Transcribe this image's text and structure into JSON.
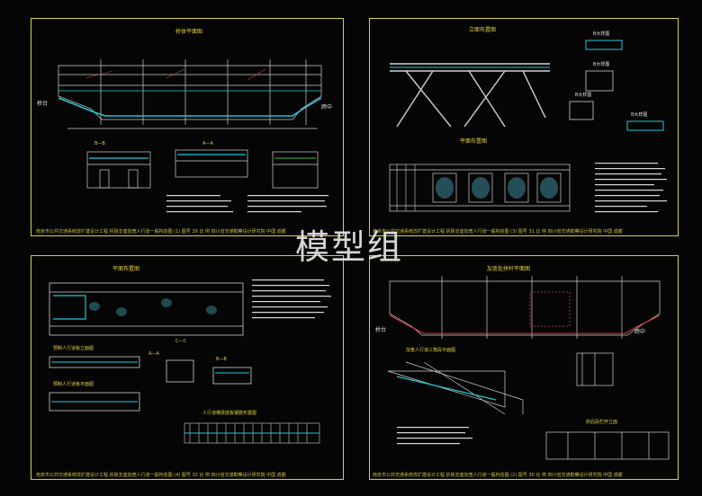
{
  "watermark": "模型组",
  "colors": {
    "frame": "#d8d040",
    "line": "#d0d0d0",
    "cyan": "#22c8d8",
    "red": "#d84040",
    "green": "#30c030",
    "yellow": "#e0d040",
    "magenta": "#c040c0"
  },
  "sheets": [
    {
      "id": "s1",
      "titles": [
        "桥体平面图",
        "B—B",
        "A—A",
        "桥台",
        "跨中"
      ],
      "title_block": "南京市公共交通系统改扩建设计工程   拆除支座加宽人行道一般构造图 (1)   图号 29   比 例   四川省交通勘察设计研究院   中国 成都"
    },
    {
      "id": "s2",
      "titles": [
        "立面布置图",
        "平面布置图",
        "B大样图",
        "B大样图",
        "B大样图",
        "B大样图"
      ],
      "title_block": "南京市公共交通系统改扩建设计工程   拆除支座加宽人行道一般构造图 (3)   图号 31   比 例   四川省交通勘察设计研究院   中国 成都"
    },
    {
      "id": "s3",
      "titles": [
        "平面布置图",
        "预制人行道板立面图",
        "预制人行道板平面图",
        "人行道横梁底板钢筋布置图",
        "C—C",
        "A—A",
        "B—B"
      ],
      "title_block": "南京市公共交通系统改扩建设计工程   拆除支座加宽人行道一般构造图 (4)   图号 32   比 例   四川省交通勘察设计研究院   中国 成都"
    },
    {
      "id": "s4",
      "titles": [
        "加宽处拼杆平面图",
        "加宽人行道三角段平面图",
        "桥台",
        "跨中",
        "拱后段栏杆立面"
      ],
      "title_block": "南京市公共交通系统改扩建设计工程   拆除支座加宽人行道一般构造图 (2)   图号 30   比 例   四川省交通勘察设计研究院   中国 成都"
    }
  ]
}
